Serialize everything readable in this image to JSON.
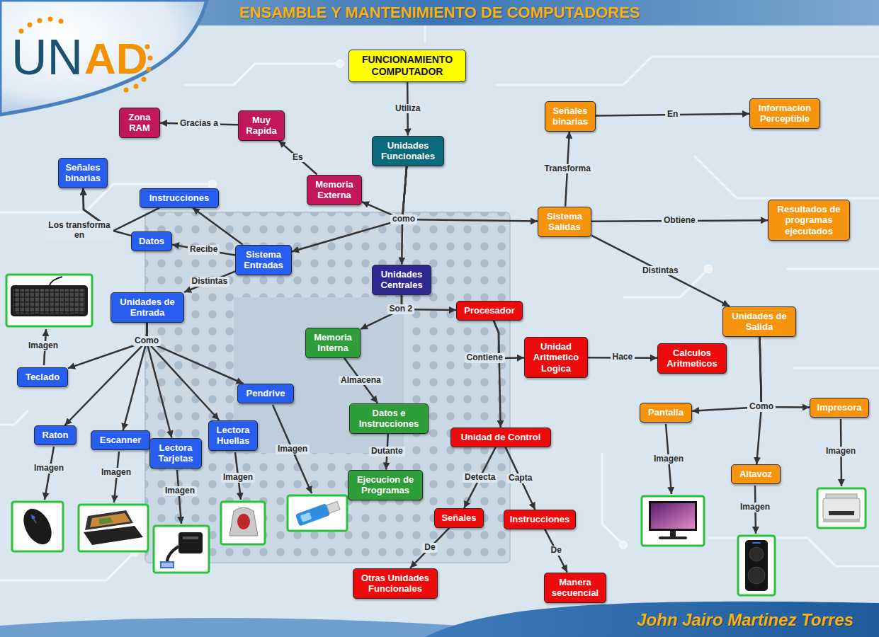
{
  "diagram": {
    "title": "ENSAMBLE Y MANTENIMIENTO DE COMPUTADORES",
    "nodes": [
      {
        "text": [
          "FUNCIONAMIENTO COMPUTADOR"
        ]
      },
      {
        "text": [
          "Zona RAM"
        ]
      },
      {
        "text": [
          "Muy Rapida"
        ]
      },
      {
        "text": [
          "Unidades Funcionales"
        ]
      },
      {
        "text": [
          "Señales binarias"
        ]
      },
      {
        "text": [
          "Informacion Perceptible"
        ]
      },
      {
        "text": [
          "Señales binarias"
        ]
      },
      {
        "text": [
          "Memoria Externa"
        ]
      },
      {
        "text": [
          "Instrucciones"
        ]
      },
      {
        "text": [
          "Datos"
        ]
      },
      {
        "text": [
          "Sistema Entradas"
        ]
      },
      {
        "text": [
          "Sistema Salidas"
        ]
      },
      {
        "text": [
          "Resultados de programas ejecutados"
        ]
      },
      {
        "text": [
          "Unidades Centrales"
        ]
      },
      {
        "text": [
          "Unidades de Entrada"
        ]
      },
      {
        "text": [
          "Procesador"
        ]
      },
      {
        "text": [
          "Unidades de Salida"
        ]
      },
      {
        "text": [
          "Memoria Interna"
        ]
      },
      {
        "text": [
          "Unidad Aritmetico Logica"
        ]
      },
      {
        "text": [
          "Calculos Aritmeticos"
        ]
      },
      {
        "text": [
          "Teclado"
        ]
      },
      {
        "text": [
          "Pendrive"
        ]
      },
      {
        "text": [
          "Pantalla"
        ]
      },
      {
        "text": [
          "Impresora"
        ]
      },
      {
        "text": [
          "Datos e Instrucciones"
        ]
      },
      {
        "text": [
          "Raton"
        ]
      },
      {
        "text": [
          "Escanner"
        ]
      },
      {
        "text": [
          "Lectora Tarjetas"
        ]
      },
      {
        "text": [
          "Lectora Huellas"
        ]
      },
      {
        "text": [
          "Unidad de Control"
        ]
      },
      {
        "text": [
          "Altavoz"
        ]
      },
      {
        "text": [
          "Ejecucion de Programas"
        ]
      },
      {
        "text": [
          "Señales"
        ]
      },
      {
        "text": [
          "Instrucciones"
        ]
      },
      {
        "text": [
          "Otras Unidades Funcionales"
        ]
      },
      {
        "text": [
          "Manera secuencial"
        ]
      }
    ],
    "edges": [
      {
        "from": 0,
        "to": 3,
        "arrow": "to",
        "label": "Utiliza"
      },
      {
        "from": 3,
        "to": 13,
        "arrow": "to"
      },
      {
        "from": 3,
        "to": 7,
        "arrow": "to"
      },
      {
        "from": 3,
        "to": 10,
        "arrow": "to"
      },
      {
        "from": 3,
        "to": 11,
        "arrow": "to",
        "label": "como"
      },
      {
        "from": 7,
        "to": 2,
        "arrow": "to",
        "label": "Es"
      },
      {
        "from": 2,
        "to": 1,
        "arrow": "to",
        "label": "Gracias a"
      },
      {
        "from": 10,
        "to": 9,
        "arrow": "to",
        "label": "Recibe"
      },
      {
        "from": 10,
        "to": 8,
        "arrow": "to"
      },
      {
        "from": 8,
        "to": 6,
        "arrow": "to"
      },
      {
        "from": 9,
        "to": 6,
        "arrow": "to",
        "label": "Los transforma en"
      },
      {
        "from": 10,
        "to": 14,
        "arrow": "to",
        "label": "Distintas"
      },
      {
        "from": 14,
        "to": 20,
        "arrow": "to",
        "label": "Como"
      },
      {
        "from": 14,
        "to": 25,
        "arrow": "to"
      },
      {
        "from": 14,
        "to": 26,
        "arrow": "to"
      },
      {
        "from": 14,
        "to": 27,
        "arrow": "to"
      },
      {
        "from": 14,
        "to": 28,
        "arrow": "to"
      },
      {
        "from": 14,
        "to": 21,
        "arrow": "to"
      },
      {
        "from": 13,
        "to": 17,
        "arrow": "to",
        "label": "Son 2"
      },
      {
        "from": 13,
        "to": 15,
        "arrow": "to"
      },
      {
        "from": 17,
        "to": 24,
        "arrow": "to",
        "label": "Almacena"
      },
      {
        "from": 24,
        "to": 31,
        "arrow": "to",
        "label": "Dutante"
      },
      {
        "from": 15,
        "to": 18,
        "arrow": "to",
        "label": "Contiene"
      },
      {
        "from": 15,
        "to": 29,
        "arrow": "to"
      },
      {
        "from": 18,
        "to": 19,
        "arrow": "to",
        "label": "Hace"
      },
      {
        "from": 29,
        "to": 32,
        "arrow": "to",
        "label": "Detecta"
      },
      {
        "from": 29,
        "to": 33,
        "arrow": "to",
        "label": "Capta"
      },
      {
        "from": 32,
        "to": 34,
        "arrow": "to",
        "label": "De"
      },
      {
        "from": 33,
        "to": 35,
        "arrow": "to",
        "label": "De"
      },
      {
        "from": 11,
        "to": 4,
        "arrow": "to",
        "label": "Transforma"
      },
      {
        "from": 4,
        "to": 5,
        "arrow": "to",
        "label": "En"
      },
      {
        "from": 11,
        "to": 12,
        "arrow": "to",
        "label": "Obtiene"
      },
      {
        "from": 11,
        "to": 16,
        "arrow": "to",
        "label": "Distintas"
      },
      {
        "from": 16,
        "to": 22,
        "arrow": "to",
        "label": "Como"
      },
      {
        "from": 16,
        "to": 23,
        "arrow": "to"
      },
      {
        "from": 16,
        "to": 30,
        "arrow": "to"
      }
    ],
    "labels": [
      "UN",
      "AD",
      "Imagen",
      "Imagen",
      "Imagen",
      "Imagen",
      "Imagen",
      "Imagen",
      "Imagen",
      "Imagen",
      "Imagen",
      "John Jairo Martinez Torres"
    ]
  }
}
